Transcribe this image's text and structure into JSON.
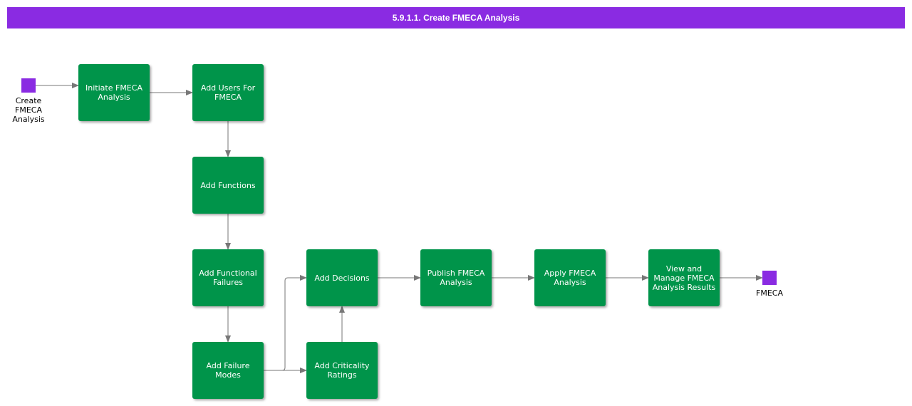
{
  "title": "5.9.1.1. Create FMECA Analysis",
  "colors": {
    "header": "#8a2be2",
    "step": "#00944a",
    "terminal": "#8a2be2",
    "connector": "#777777"
  },
  "start": {
    "label": "Create FMECA Analysis"
  },
  "end": {
    "label": "FMECA"
  },
  "steps": {
    "initiate": "Initiate FMECA Analysis",
    "add_users": "Add Users For FMECA",
    "add_functions": "Add Functions",
    "add_functional_failures": "Add Functional Failures",
    "add_failure_modes": "Add Failure Modes",
    "add_decisions": "Add Decisions",
    "add_criticality_ratings": "Add Criticality Ratings",
    "publish": "Publish FMECA Analysis",
    "apply": "Apply FMECA Analysis",
    "view_manage": "View and Manage FMECA Analysis Results"
  }
}
